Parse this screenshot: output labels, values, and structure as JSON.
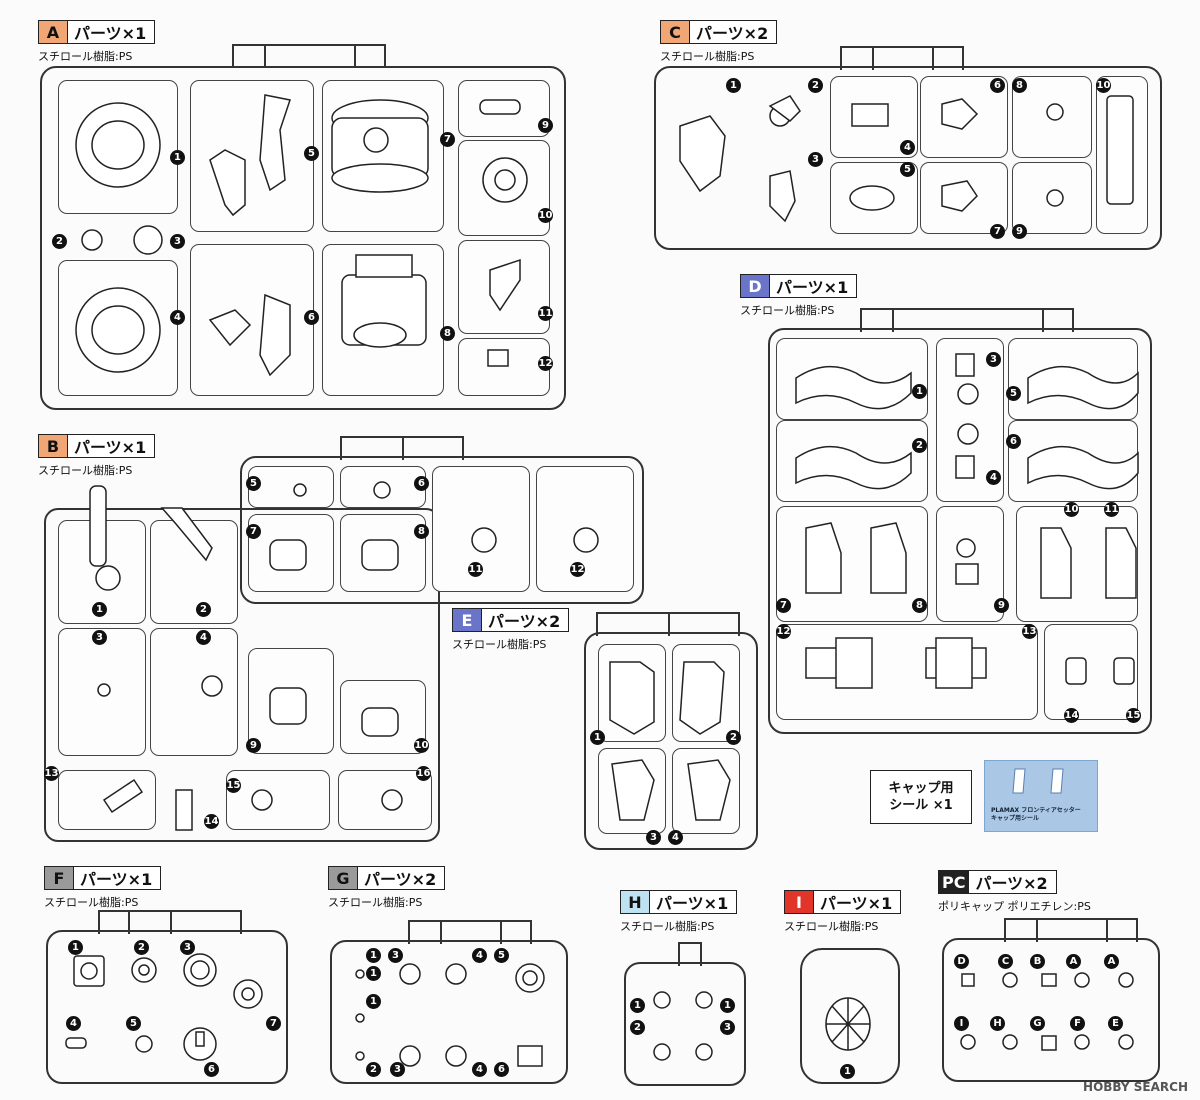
{
  "sections": {
    "A": {
      "letter": "A",
      "label": "パーツ×1",
      "material": "スチロール樹脂:PS",
      "color": "#f0a675"
    },
    "B": {
      "letter": "B",
      "label": "パーツ×1",
      "material": "スチロール樹脂:PS",
      "color": "#f0a675"
    },
    "C": {
      "letter": "C",
      "label": "パーツ×2",
      "material": "スチロール樹脂:PS",
      "color": "#f0a675"
    },
    "D": {
      "letter": "D",
      "label": "パーツ×1",
      "material": "スチロール樹脂:PS",
      "color": "#6a74c9"
    },
    "E": {
      "letter": "E",
      "label": "パーツ×2",
      "material": "スチロール樹脂:PS",
      "color": "#6a74c9"
    },
    "F": {
      "letter": "F",
      "label": "パーツ×1",
      "material": "スチロール樹脂:PS",
      "color": "#9a9a9a"
    },
    "G": {
      "letter": "G",
      "label": "パーツ×2",
      "material": "スチロール樹脂:PS",
      "color": "#9a9a9a"
    },
    "H": {
      "letter": "H",
      "label": "パーツ×1",
      "material": "スチロール樹脂:PS",
      "color": "#bfe2f2"
    },
    "I": {
      "letter": "I",
      "label": "パーツ×1",
      "material": "スチロール樹脂:PS",
      "color": "#e2352a"
    },
    "PC": {
      "letter": "PC",
      "label": "パーツ×2",
      "material": "ポリキャップ ポリエチレン:PS",
      "color": "#ffffff"
    }
  },
  "sticker": {
    "label_line1": "キャップ用",
    "label_line2": "シール ×1",
    "sheet_line1": "PLAMAX フロンティアセッター",
    "sheet_line2": "キャップ用シール",
    "color": "#aac8e6"
  },
  "numbers": {
    "A": [
      "1",
      "2",
      "3",
      "4",
      "5",
      "6",
      "7",
      "8",
      "9",
      "10",
      "11",
      "12"
    ],
    "B": [
      "1",
      "2",
      "3",
      "4",
      "5",
      "6",
      "7",
      "8",
      "9",
      "10",
      "11",
      "12",
      "13",
      "14",
      "15",
      "16"
    ],
    "C": [
      "1",
      "2",
      "3",
      "4",
      "5",
      "6",
      "7",
      "8",
      "9",
      "10"
    ],
    "D": [
      "1",
      "2",
      "3",
      "4",
      "5",
      "6",
      "7",
      "8",
      "9",
      "10",
      "11",
      "12",
      "13",
      "14",
      "15"
    ],
    "E": [
      "1",
      "2",
      "3",
      "4"
    ],
    "F": [
      "1",
      "2",
      "3",
      "4",
      "5",
      "6",
      "7"
    ],
    "G": [
      "1",
      "3",
      "4",
      "5",
      "1",
      "1",
      "2",
      "3",
      "4",
      "6"
    ],
    "H": [
      "1",
      "2",
      "1",
      "3"
    ],
    "I": [
      "1"
    ],
    "PC": [
      "D",
      "C",
      "B",
      "A",
      "A",
      "I",
      "H",
      "G",
      "F",
      "E"
    ]
  },
  "watermark": "HOBBY SEARCH"
}
